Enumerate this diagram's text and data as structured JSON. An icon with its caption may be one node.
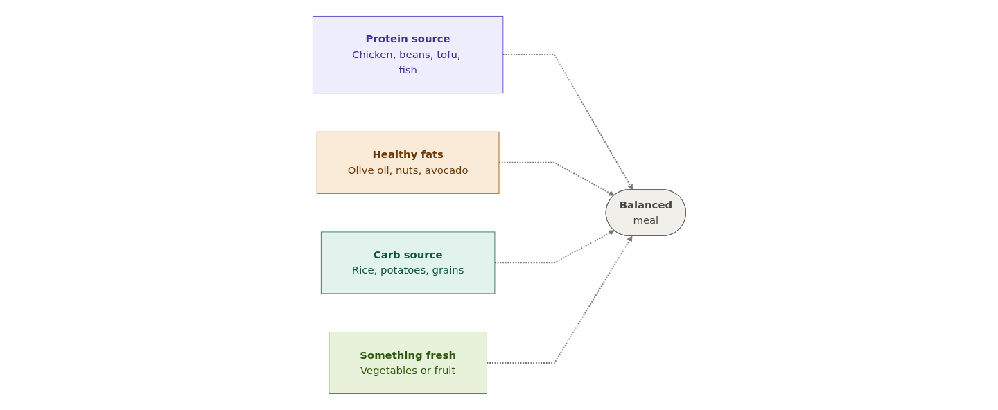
{
  "diagram": {
    "nodes": [
      {
        "text": [
          "Protein source",
          "Chicken, beans, tofu, fish"
        ]
      },
      {
        "text": [
          "Healthy fats",
          "Olive oil, nuts, avocado"
        ]
      },
      {
        "text": [
          "Balanced",
          "meal"
        ]
      },
      {
        "text": [
          "Carb source",
          "Rice, potatoes, grains"
        ]
      },
      {
        "text": [
          "Something fresh",
          "Vegetables or fruit"
        ]
      }
    ],
    "edges": [
      {
        "from": 0,
        "to": 2,
        "arrow": "to",
        "style": "dashed"
      },
      {
        "from": 1,
        "to": 2,
        "arrow": "to",
        "style": "dashed"
      },
      {
        "from": 3,
        "to": 2,
        "arrow": "to",
        "style": "dashed"
      },
      {
        "from": 4,
        "to": 2,
        "arrow": "to",
        "style": "dashed"
      }
    ]
  }
}
